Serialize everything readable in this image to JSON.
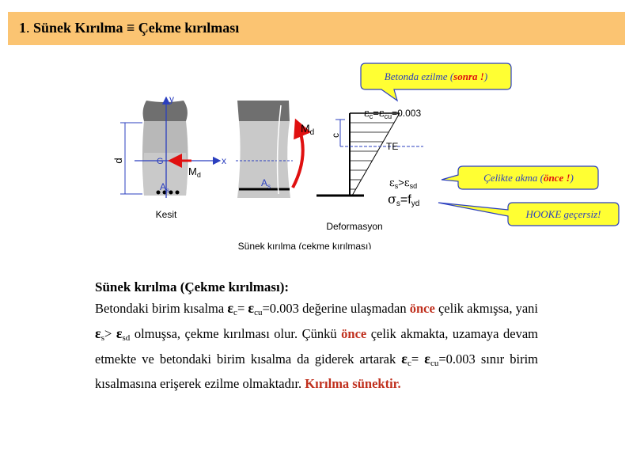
{
  "title": {
    "number": "1",
    "sep": ".",
    "text": "Sünek Kırılma ≡ Çekme kırılması"
  },
  "diagram": {
    "labels": {
      "y": "y",
      "x": "x",
      "d": "d",
      "G": "G",
      "Md": "M",
      "Md_sub": "d",
      "As": "A",
      "As_sub": "s",
      "c": "c",
      "TE": "TE",
      "kesit": "Kesit",
      "deformasyon": "Deformasyon",
      "caption": "Sünek kırılma (çekme kırılması)",
      "eps_c": "ε",
      "eps_c_sub": "c",
      "eq": "=",
      "eps_cu": "ε",
      "eps_cu_sub": "cu",
      "eps_cu_val": "=0.003",
      "eps_s": "ε",
      "eps_s_sub": "s",
      "gt": ">",
      "eps_sd": "ε",
      "eps_sd_sub": "sd",
      "sigma": "σ",
      "sigma_sub": "s",
      "sigma_eq": "=f",
      "sigma_sub2": "yd"
    },
    "callouts": [
      {
        "pre": "Betonda ezilme (",
        "mid": "sonra !",
        "post": ")"
      },
      {
        "pre": "Çelikte akma (",
        "mid": "önce !",
        "post": ")"
      },
      {
        "pre": "HOOKE geçersiz!",
        "mid": "",
        "post": ""
      }
    ]
  },
  "body": {
    "heading": "Sünek kırılma (Çekme kırılması):",
    "l1_a": "Betondaki birim kısalma ",
    "eps": "ε",
    "c_sub": "c",
    "eq": "= ",
    "cu_sub": "cu",
    "val": "=0.003",
    "l1_b": " değerine ulaşmadan ",
    "once": "önce",
    "l2_a": " çelik akmışsa, yani ",
    "s_sub": "s",
    "gt": "> ",
    "sd_sub": "sd",
    "l2_b": " olmuşsa, çekme kırılması olur. Çünkü ",
    "l3_a": " çelik akmakta, uzamaya devam etmekte ve betondaki birim kısalma da giderek artarak ",
    "l4_a": " sınır birim kısalmasına erişerek ezilme olmaktadır. ",
    "final": "Kırılma sünektir."
  }
}
